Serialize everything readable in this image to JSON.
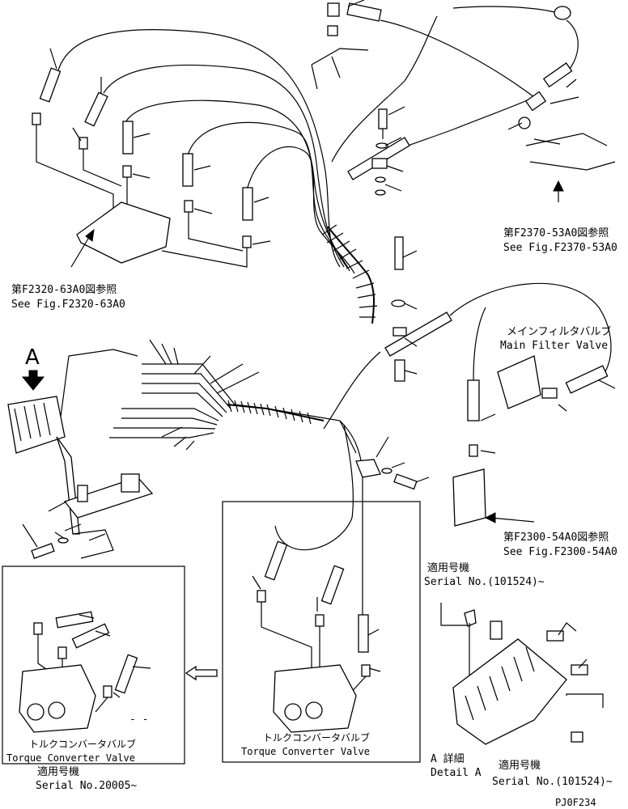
{
  "refs": {
    "f2320": {
      "jp": "第F2320-63A0図参照",
      "en": "See Fig.F2320-63A0"
    },
    "f2370": {
      "jp": "第F2370-53A0図参照",
      "en": "See Fig.F2370-53A0"
    },
    "f2300": {
      "jp": "第F2300-54A0図参照",
      "en": "See Fig.F2300-54A0"
    }
  },
  "main_filter": {
    "jp": "メインフィルタバルブ",
    "en": "Main Filter Valve"
  },
  "detail_marker": "A",
  "serial_top": {
    "jp": "適用号機",
    "en": "Serial No.(101524)~"
  },
  "serial_bottom": {
    "jp": "適用号機",
    "en": "Serial No.(101524)~"
  },
  "detail_a": {
    "jp": "A 詳細",
    "en": "Detail A"
  },
  "torque_left": {
    "jp": "トルクコンバータバルブ",
    "en": "Torque Converter Valve",
    "serial_jp": "適用号機",
    "serial_en": "Serial No.20005~"
  },
  "torque_center": {
    "jp": "トルクコンバータバルブ",
    "en": "Torque Converter Valve"
  },
  "dashes": "- -",
  "code": "PJ0F234",
  "icons": [
    "arrow-down-icon",
    "arrow-left-icon",
    "arrow-up-icon"
  ]
}
